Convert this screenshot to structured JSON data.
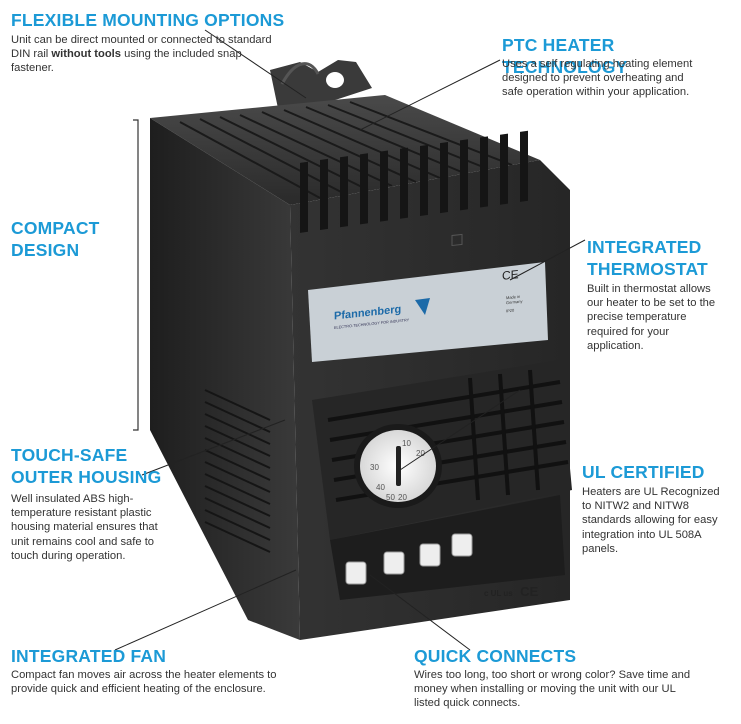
{
  "callouts": {
    "mounting": {
      "title": "FLEXIBLE MOUNTING OPTIONS",
      "body_pre": "Unit can be direct mounted or connected to standard DIN rail ",
      "body_bold": "without tools",
      "body_post": " using the included snap fastener."
    },
    "ptc": {
      "title": "PTC HEATER TECHNOLOGY",
      "body": "Uses a self regulating heating element designed to prevent overheating and safe operation within your application."
    },
    "compact": {
      "title_line1": "COMPACT",
      "title_line2": "DESIGN"
    },
    "thermostat": {
      "title_line1": "INTEGRATED",
      "title_line2": "THERMOSTAT",
      "body": "Built in thermostat allows our heater to be set to the precise temperature required for your application."
    },
    "touchsafe": {
      "title_line1": "TOUCH-SAFE",
      "title_line2": "OUTER HOUSING",
      "body": "Well insulated ABS high-temperature resistant plastic housing material ensures that unit remains cool and safe to touch during operation."
    },
    "ul": {
      "title": "UL CERTIFIED",
      "body": "Heaters are UL Recognized to NITW2 and NITW8 standards allowing for easy integration into UL 508A panels."
    },
    "fan": {
      "title": "INTEGRATED FAN",
      "body": "Compact fan moves air across the heater elements to provide quick and efficient heating of the enclosure."
    },
    "quick": {
      "title": "QUICK CONNECTS",
      "body": "Wires too long, too short or wrong color? Save time and money when installing or moving the unit with our UL listed quick connects."
    }
  },
  "product_label": {
    "brand": "Pfannenberg",
    "tagline": "ELECTRO-TECHNOLOGY FOR INDUSTRY",
    "origin": "Made in Germany",
    "ip": "IP20",
    "ce": "CE"
  },
  "dial": {
    "marks": [
      "10",
      "20",
      "30",
      "40",
      "50",
      "20"
    ]
  },
  "cert_marks": {
    "ul": "c UL us",
    "ce": "CE"
  },
  "colors": {
    "accent": "#1c9ad6",
    "body": "#2b2b2b",
    "label": "#c9d0d6"
  }
}
